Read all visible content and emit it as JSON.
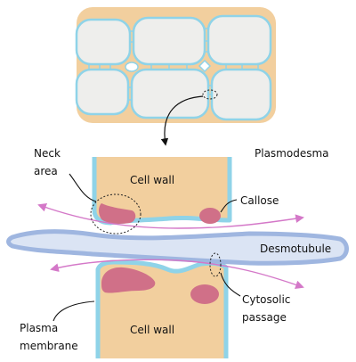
{
  "labels": {
    "neck_area_line1": "Neck",
    "neck_area_line2": "area",
    "plasmodesma": "Plasmodesma",
    "cell_wall_top": "Cell wall",
    "callose": "Callose",
    "desmotubule": "Desmotubule",
    "cytosolic_line1": "Cytosolic",
    "cytosolic_line2": "passage",
    "plasma_line1": "Plasma",
    "plasma_line2": "membrane",
    "cell_wall_bottom": "Cell wall"
  },
  "colors": {
    "cell_wall": "#f2cf9e",
    "plasma_membrane": "#8fd3e8",
    "cell_interior": "#eeeeec",
    "callose": "#d07088",
    "desmotubule_fill": "#dbe4f4",
    "desmotubule_edge": "#9fb6e0",
    "arrow": "#d478c8"
  }
}
